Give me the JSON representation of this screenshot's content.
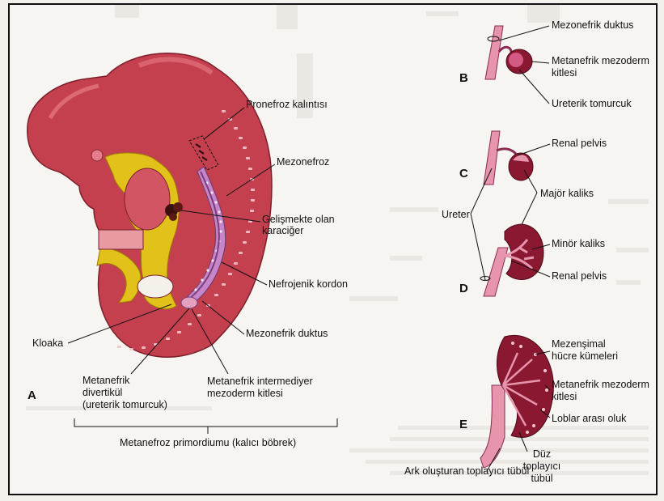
{
  "labels": {
    "pronefroz": "Pronefroz kalıntısı",
    "mezonefroz": "Mezonefroz",
    "karaciger_line1": "Gelişmekte olan",
    "karaciger_line2": "karaciğer",
    "nefrojenik": "Nefrojenik kordon",
    "mezonefrik_duktus_a": "Mezonefrik duktus",
    "kloaka": "Kloaka",
    "metanefrik_div_line1": "Metanefrik",
    "metanefrik_div_line2": "divertikül",
    "metanefrik_div_line3": "(ureterik tomurcuk)",
    "metanefrik_int_line1": "Metanefrik intermediyer",
    "metanefrik_int_line2": "mezoderm kitlesi",
    "metanefroz_primordium": "Metanefroz primordiumu (kalıcı böbrek)",
    "mezonefrik_duktus_b": "Mezonefrik duktus",
    "metanefrik_mezoderm_b_line1": "Metanefrik mezoderm",
    "metanefrik_mezoderm_b_line2": "kitlesi",
    "ureterik_tomurcuk": "Ureterik tomurcuk",
    "renal_pelvis_c": "Renal pelvis",
    "major_kaliks": "Majör kaliks",
    "ureter": "Ureter",
    "minor_kaliks": "Minör kaliks",
    "renal_pelvis_d": "Renal pelvis",
    "mezensimal_line1": "Mezenşimal",
    "mezensimal_line2": "hücre kümeleri",
    "metanefrik_mezoderm_e_line1": "Metanefrik mezoderm",
    "metanefrik_mezoderm_e_line2": "kitlesi",
    "loblar_arasi": "Loblar arası oluk",
    "duz_line1": "Düz",
    "duz_line2": "toplayıcı",
    "duz_line3": "tübül",
    "ark": "Ark oluşturan toplayıcı tübül"
  },
  "panel_letters": {
    "a": "A",
    "b": "B",
    "c": "C",
    "d": "D",
    "e": "E"
  },
  "colors": {
    "embryo": "#c4404e",
    "embryo_light": "#e87b86",
    "yellow": "#e2c21a",
    "kidney": "#8a1830",
    "pink": "#e794ad",
    "frame": "#111111"
  }
}
